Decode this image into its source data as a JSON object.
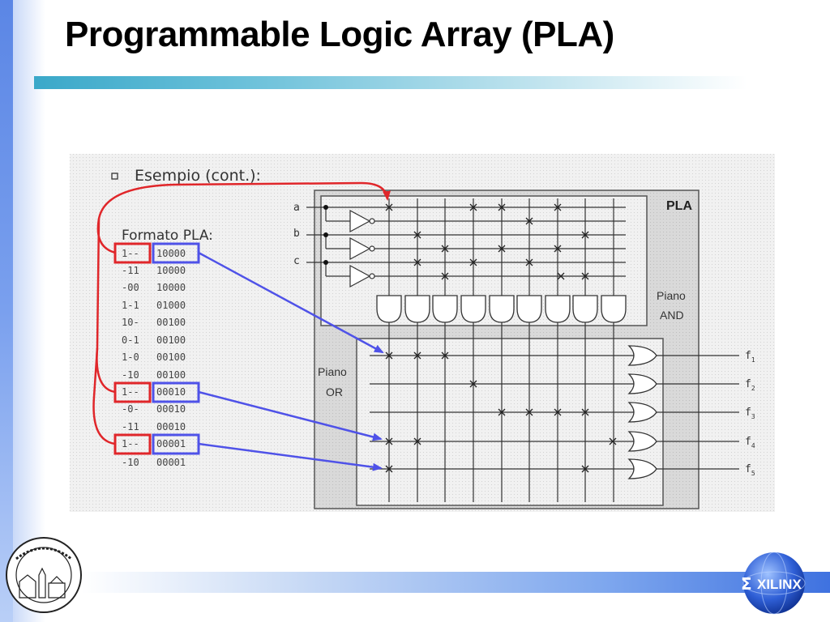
{
  "slide": {
    "title": "Programmable Logic Array (PLA)"
  },
  "figure": {
    "bullet_heading": "Esempio (cont.):",
    "format_heading": "Formato PLA:",
    "pla_label": "PLA",
    "and_plane_label_1": "Piano",
    "and_plane_label_2": "AND",
    "or_plane_label_1": "Piano",
    "or_plane_label_2": "OR",
    "inputs": [
      "a",
      "b",
      "c"
    ],
    "outputs": [
      "f",
      "f",
      "f",
      "f",
      "f"
    ],
    "output_subscripts": [
      "1",
      "2",
      "3",
      "4",
      "5"
    ],
    "rows": [
      {
        "input": "1--",
        "output": "10000"
      },
      {
        "input": "-11",
        "output": "10000"
      },
      {
        "input": "-00",
        "output": "10000"
      },
      {
        "input": "1-1",
        "output": "01000"
      },
      {
        "input": "10-",
        "output": "00100"
      },
      {
        "input": "0-1",
        "output": "00100"
      },
      {
        "input": "1-0",
        "output": "00100"
      },
      {
        "input": "-10",
        "output": "00100"
      },
      {
        "input": "1--",
        "output": "00010"
      },
      {
        "input": "-0-",
        "output": "00010"
      },
      {
        "input": "-11",
        "output": "00010"
      },
      {
        "input": "1--",
        "output": "00001"
      },
      {
        "input": "-10",
        "output": "00001"
      }
    ],
    "highlight_colors": {
      "input": "#e0262a",
      "output": "#4f52e8"
    }
  },
  "footer": {
    "logo_text": "XILINX",
    "logo_mark": "Σ"
  }
}
